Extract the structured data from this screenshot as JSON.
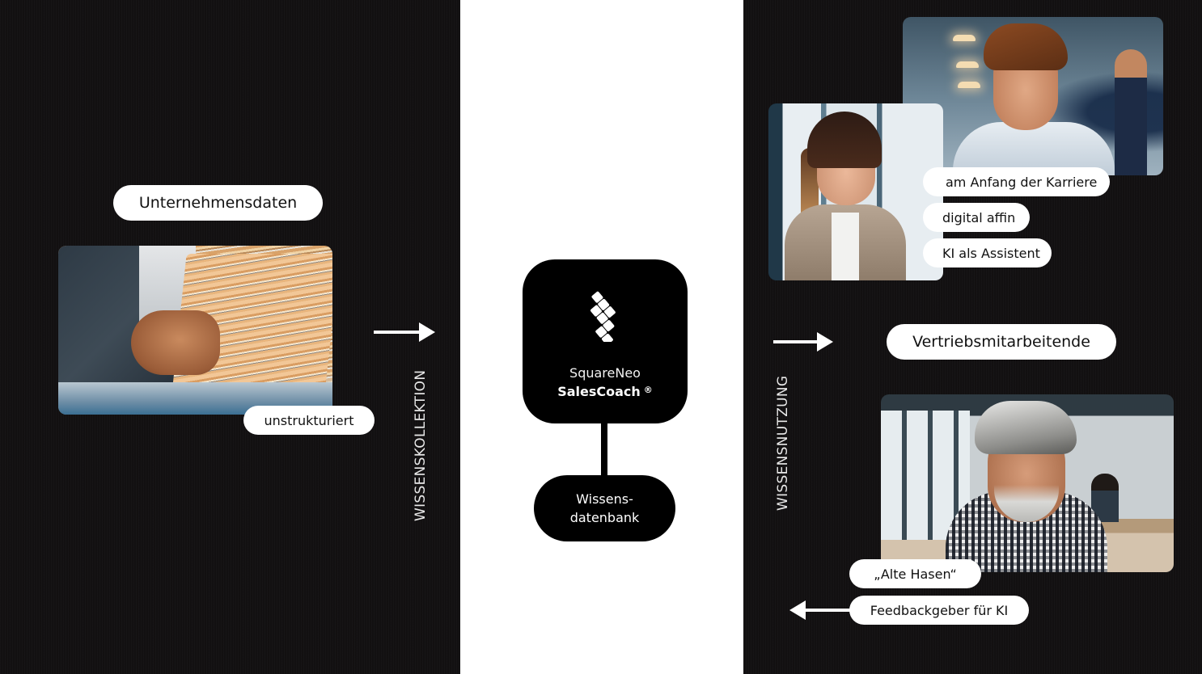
{
  "left_section": {
    "source_label": "Unternehmensdaten",
    "source_tag": "unstrukturiert",
    "photo_icon": "document-stack-photo",
    "arrow_direction": "right",
    "vertical_label": "WISSENSKOLLEKTION"
  },
  "center_section": {
    "product": {
      "logo_icon": "squareneo-logo-icon",
      "brand": "SquareNeo",
      "name": "SalesCoach",
      "trademark": "®"
    },
    "database": {
      "line1": "Wissens-",
      "line2": "datenbank"
    }
  },
  "right_section": {
    "vertical_label": "WISSENSNUTZUNG",
    "arrow_in_direction": "right",
    "audience_label": "Vertriebsmitarbeitende",
    "young_group": {
      "tags": [
        "am Anfang der Karriere",
        "digital affin",
        "KI als Assistent"
      ]
    },
    "senior_group": {
      "tags": [
        "„Alte Hasen“",
        "Feedbackgeber für KI"
      ]
    },
    "arrow_out_direction": "left"
  },
  "colors": {
    "background_dark": "#121011",
    "center_panel": "#ffffff",
    "box_fill": "#000000",
    "pill_fill": "#ffffff",
    "text_dark": "#111111",
    "text_light": "#ffffff"
  }
}
